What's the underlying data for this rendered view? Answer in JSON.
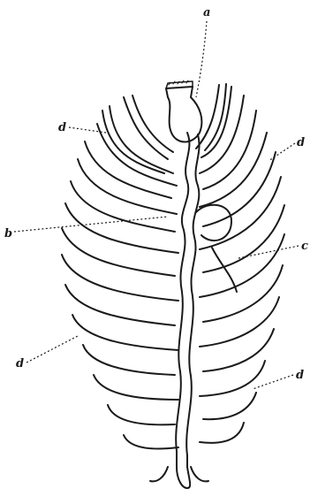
{
  "labels": {
    "a": "a",
    "b": "b",
    "c": "c",
    "d_upper_left": "d",
    "d_upper_right": "d",
    "d_lower_left": "d",
    "d_lower_right": "d"
  },
  "colors": {
    "ink": "#1a1a1a",
    "paper": "#ffffff"
  }
}
